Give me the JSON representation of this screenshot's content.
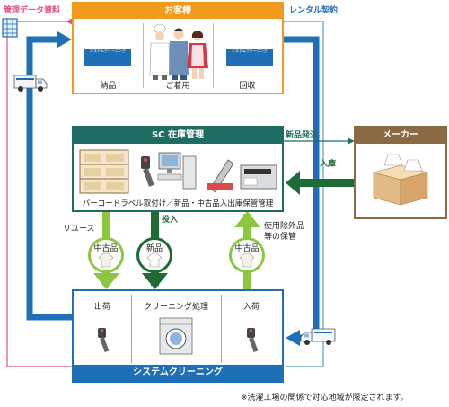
{
  "top_left_label": "管理データ資料",
  "top_right_label": "レンタル契約",
  "customer": {
    "title": "お客様",
    "items": [
      "納品",
      "ご着用",
      "回収"
    ],
    "card_text": "システムクリーニング"
  },
  "sc": {
    "title": "SC 在庫管理",
    "caption": "バーコードラベル取付け／新品・中古品入出庫保管管理"
  },
  "maker": {
    "title": "メーカー"
  },
  "arrows": {
    "new_order": "新品発注",
    "stock_in": "入庫",
    "reuse": "リユース",
    "input": "投入",
    "excluded": "使用除外品\n等の保管"
  },
  "circles": {
    "used_left": "中古品",
    "new": "新品",
    "used_right": "中古品"
  },
  "cleaning": {
    "title": "システムクリーニング",
    "cols": [
      "出荷",
      "クリーニング処理",
      "入荷"
    ]
  },
  "footnote": "※洗濯工場の関係で対応地域が限定されます。",
  "colors": {
    "orange": "#f29a1c",
    "teal": "#1d6d63",
    "blue": "#1f6fb7",
    "brown": "#8a6a42",
    "green": "#1e6b36",
    "light_green": "#8dc63f",
    "pink": "#e34f84",
    "sky": "#5b9bd5"
  }
}
